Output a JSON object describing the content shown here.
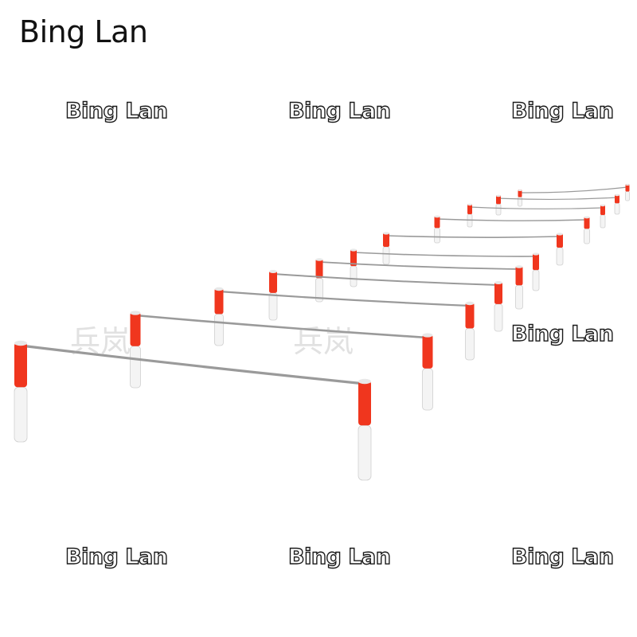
{
  "brand": {
    "title": "Bing Lan"
  },
  "watermarks": {
    "text": "Bing Lan",
    "cn_text": "兵岚"
  },
  "product": {
    "colors": {
      "post_red": "#f0361e",
      "post_white": "#f4f4f4",
      "cable": "#9a9a9a"
    }
  }
}
